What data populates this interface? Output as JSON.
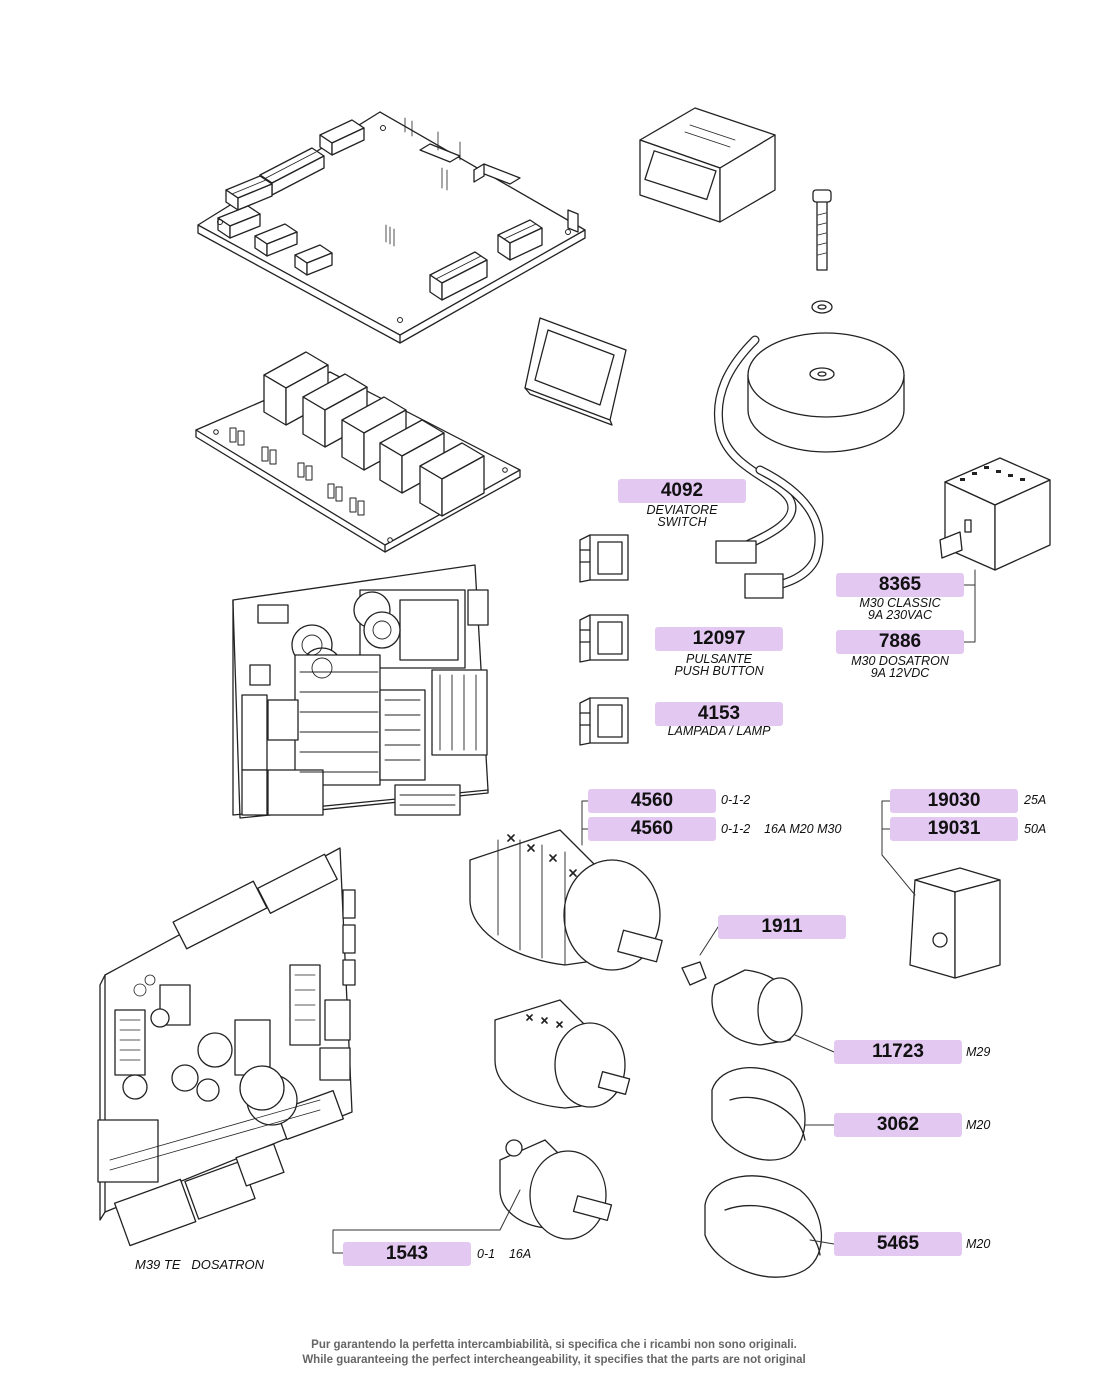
{
  "parts": {
    "p4092": {
      "code": "4092",
      "caption_l1": "DEVIATORE",
      "caption_l2": "SWITCH"
    },
    "p12097": {
      "code": "12097",
      "caption_l1": "PULSANTE",
      "caption_l2": "PUSH BUTTON"
    },
    "p4153": {
      "code": "4153",
      "caption": "LAMPADA / LAMP"
    },
    "p8365": {
      "code": "8365",
      "caption_l1": "M30 CLASSIC",
      "caption_l2": "9A 230VAC"
    },
    "p7886": {
      "code": "7886",
      "caption_l1": "M30 DOSATRON",
      "caption_l2": "9A 12VDC"
    },
    "p4560a": {
      "code": "4560",
      "note": "0-1-2"
    },
    "p4560b": {
      "code": "4560",
      "note": "0-1-2    16A M20 M30"
    },
    "p19030": {
      "code": "19030",
      "note": "25A"
    },
    "p19031": {
      "code": "19031",
      "note": "50A"
    },
    "p1911": {
      "code": "1911"
    },
    "p11723": {
      "code": "11723",
      "note": "M29"
    },
    "p3062": {
      "code": "3062",
      "note": "M20"
    },
    "p5465": {
      "code": "5465",
      "note": "M20"
    },
    "p1543": {
      "code": "1543",
      "note": "0-1    16A"
    }
  },
  "board_label": "M39 TE   DOSATRON",
  "footer": {
    "line1": "Pur garantendo la perfetta intercambiabilità, si specifica che i ricambi non sono originali.",
    "line2": "While guaranteeing the perfect intercheangeability, it specifies that the parts are not original"
  }
}
